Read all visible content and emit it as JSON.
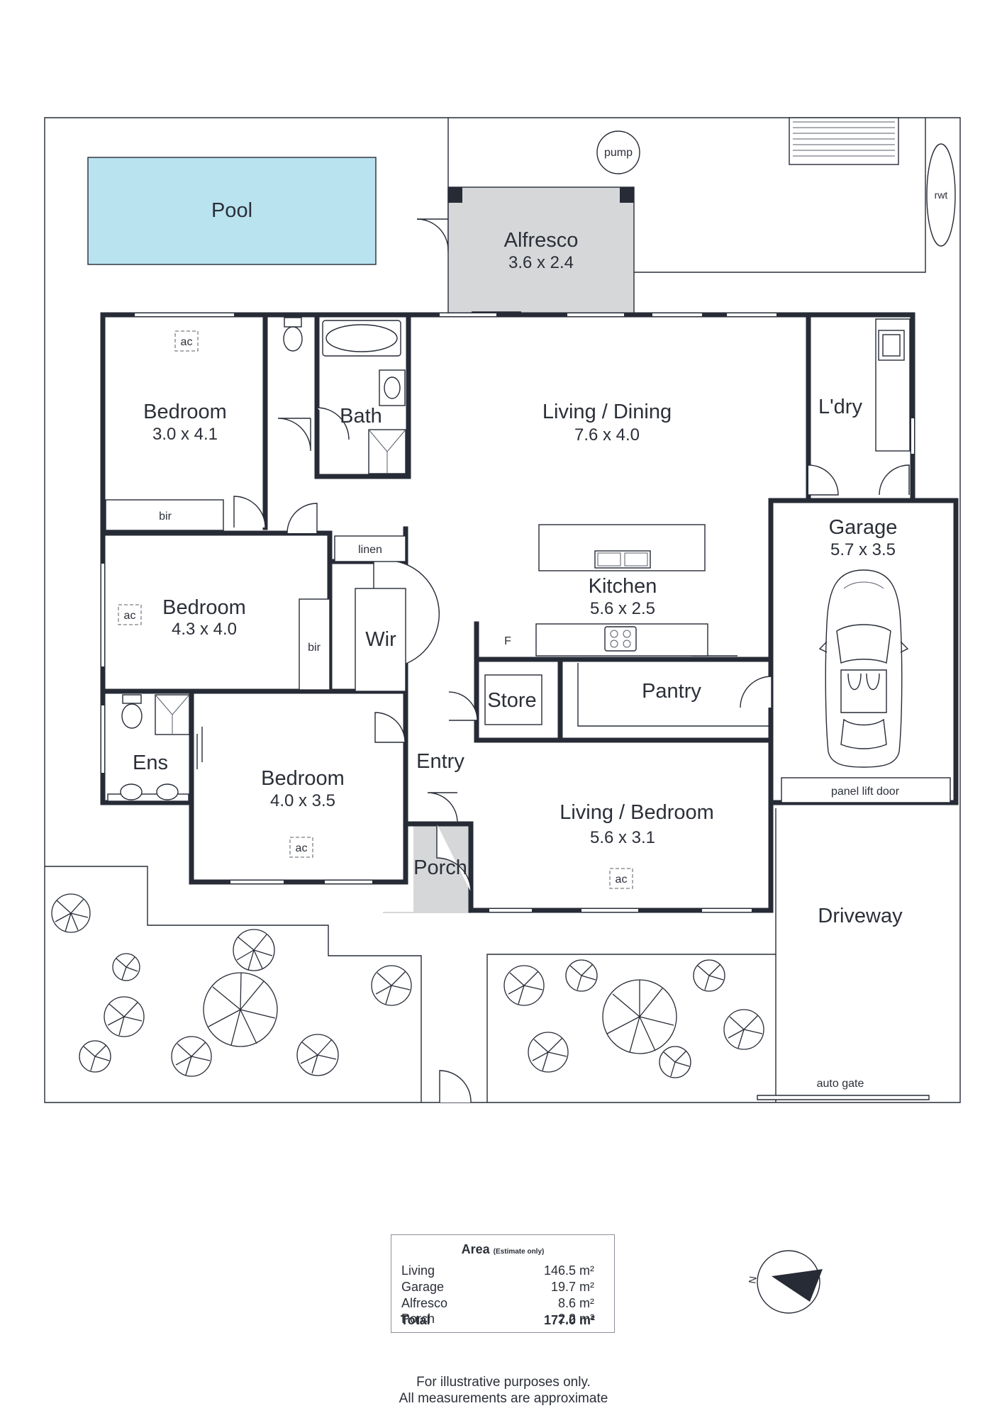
{
  "rooms": {
    "pool": {
      "name": "Pool"
    },
    "alfresco": {
      "name": "Alfresco",
      "dims": "3.6 x 2.4"
    },
    "pump": {
      "name": "pump"
    },
    "rwt": {
      "name": "rwt"
    },
    "bedroom1": {
      "name": "Bedroom",
      "dims": "3.0 x 4.1"
    },
    "bath": {
      "name": "Bath"
    },
    "living_dining": {
      "name": "Living / Dining",
      "dims": "7.6 x 4.0"
    },
    "laundry": {
      "name": "L'dry"
    },
    "garage": {
      "name": "Garage",
      "dims": "5.7 x 3.5"
    },
    "bir1": {
      "name": "bir"
    },
    "linen": {
      "name": "linen"
    },
    "bedroom2": {
      "name": "Bedroom",
      "dims": "4.3 x 4.0"
    },
    "bir2": {
      "name": "bir"
    },
    "wir": {
      "name": "Wir"
    },
    "kitchen": {
      "name": "Kitchen",
      "dims": "5.6 x 2.5"
    },
    "fridge": {
      "name": "F"
    },
    "store": {
      "name": "Store"
    },
    "pantry": {
      "name": "Pantry"
    },
    "ensuite": {
      "name": "Ens"
    },
    "bedroom3": {
      "name": "Bedroom",
      "dims": "4.0 x 3.5"
    },
    "entry": {
      "name": "Entry"
    },
    "living_bedroom": {
      "name": "Living / Bedroom",
      "dims": "5.6 x 3.1"
    },
    "porch": {
      "name": "Porch"
    },
    "driveway": {
      "name": "Driveway"
    }
  },
  "labels": {
    "ac": "ac",
    "panel_lift_door": "panel lift door",
    "auto_gate": "auto gate",
    "north": "N"
  },
  "area": {
    "title": "Area",
    "note": "(Estimate only)",
    "rows": [
      {
        "label": "Living",
        "value": "146.5 m²"
      },
      {
        "label": "Garage",
        "value": "19.7 m²"
      },
      {
        "label": "Alfresco",
        "value": "8.6 m²"
      },
      {
        "label": "Porch",
        "value": "2.2 m²"
      }
    ],
    "total": {
      "label": "Total",
      "value": "177.0 m²"
    }
  },
  "disclaimer": {
    "line1": "For illustrative purposes only.",
    "line2": "All measurements are approximate"
  },
  "colors": {
    "wall": "#262b36",
    "pool": "#b9e3ef",
    "shaded": "#d6d7d9"
  }
}
